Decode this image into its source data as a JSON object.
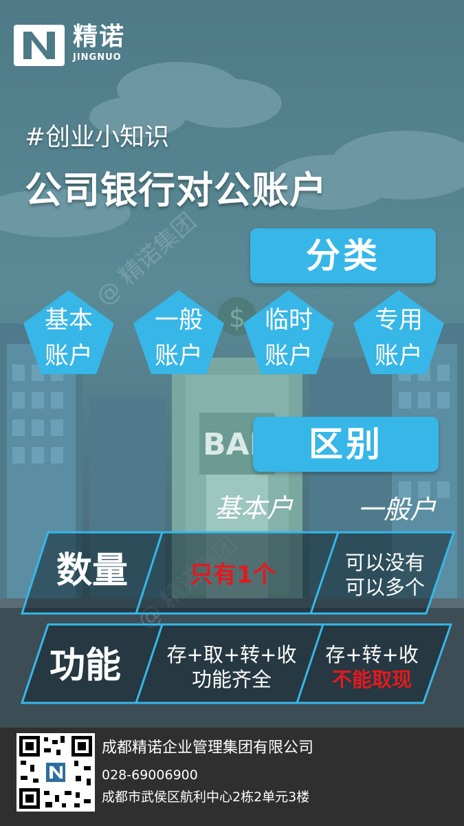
{
  "brand": {
    "name_cn": "精诺",
    "name_en": "JINGNUO"
  },
  "hashtag": "#创业小知识",
  "title": "公司银行对公账户",
  "category_banner": "分类",
  "accounts": [
    {
      "line1": "基本",
      "line2": "账户"
    },
    {
      "line1": "一般",
      "line2": "账户"
    },
    {
      "line1": "临时",
      "line2": "账户"
    },
    {
      "line1": "专用",
      "line2": "账户"
    }
  ],
  "diff_banner": "区别",
  "building_sign": "BAN",
  "watermark": "@ 精诺集团",
  "table": {
    "headers": [
      "基本户",
      "一般户"
    ],
    "rows": [
      {
        "label": "数量",
        "basic": "只有1个",
        "general_line1": "可以没有",
        "general_line2": "可以多个"
      },
      {
        "label": "功能",
        "basic_line1": "存+取+转+收",
        "basic_line2": "功能齐全",
        "general_line1": "存+转+收",
        "general_line2": "不能取现"
      }
    ]
  },
  "footer": {
    "company": "成都精诺企业管理集团有限公司",
    "phone": "028-69006900",
    "address": "成都市武侯区航利中心2栋2单元3楼"
  },
  "colors": {
    "accent": "#37b6e8",
    "red": "#e3191d",
    "table_border": "#35b8ea"
  }
}
